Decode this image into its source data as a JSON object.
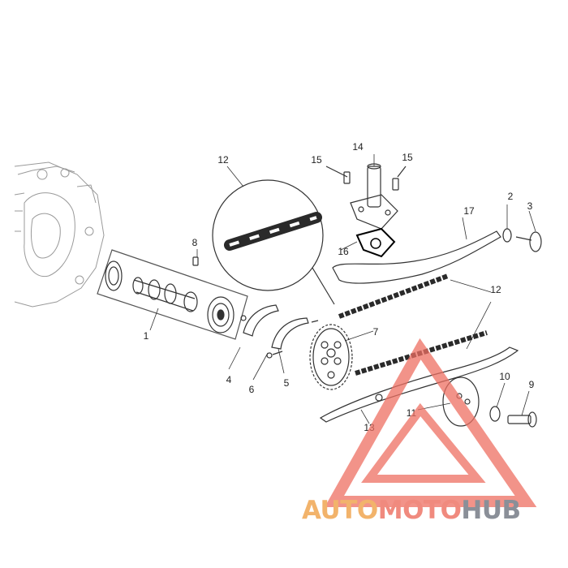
{
  "callouts": {
    "c1": "1",
    "c2": "2",
    "c3": "3",
    "c4": "4",
    "c5": "5",
    "c6": "6",
    "c7": "7",
    "c8": "8",
    "c9": "9",
    "c10": "10",
    "c11": "11",
    "c12a": "12",
    "c12b": "12",
    "c13": "13",
    "c14": "14",
    "c15a": "15",
    "c15b": "15",
    "c16": "16",
    "c17": "17"
  },
  "watermark": {
    "part1": "AUTO",
    "part2": "MOTO",
    "part3": "HUB",
    "colors": {
      "auto": "#f2b36b",
      "moto": "#f08a7e",
      "hub": "#8a8f98",
      "triangle": "#ee6f62"
    }
  }
}
